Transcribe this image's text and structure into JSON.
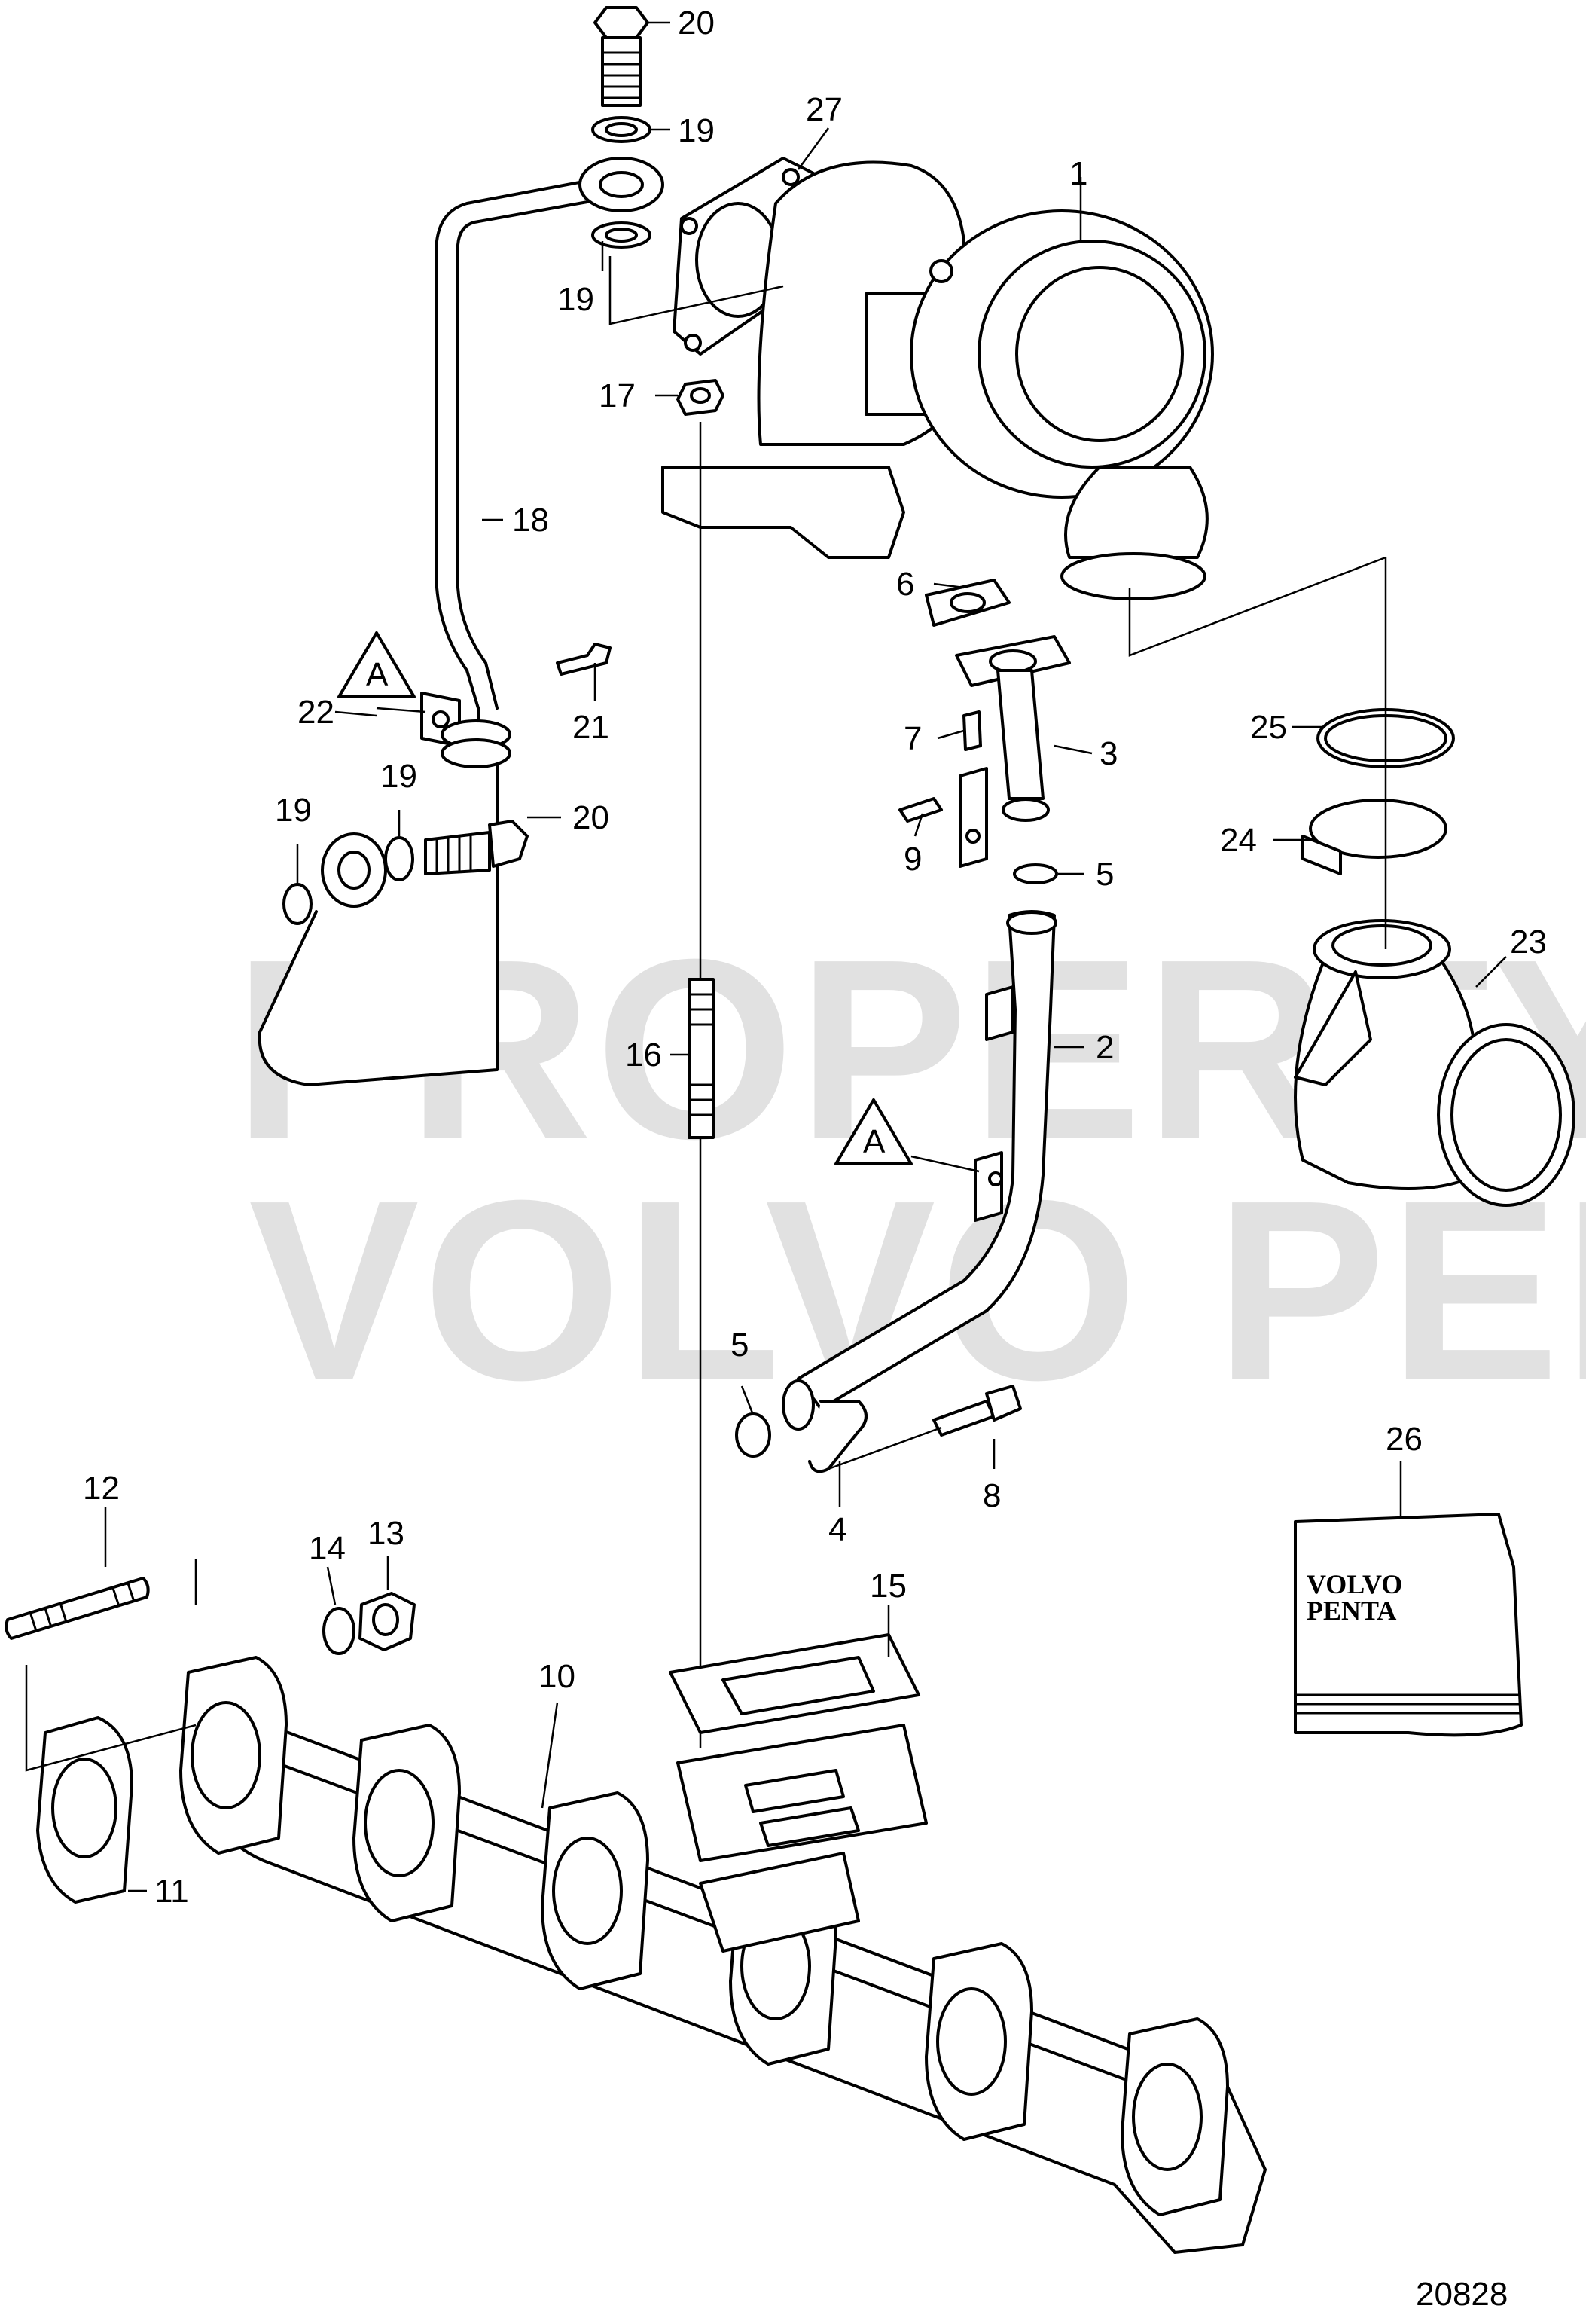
{
  "watermark": {
    "line1": "PROPERTY OF",
    "line2": "VOLVO PENTA"
  },
  "callouts": {
    "c1": "1",
    "c2": "2",
    "c3": "3",
    "c4": "4",
    "c5a": "5",
    "c5b": "5",
    "c6": "6",
    "c7": "7",
    "c8": "8",
    "c9": "9",
    "c10": "10",
    "c11": "11",
    "c12": "12",
    "c13": "13",
    "c14": "14",
    "c15": "15",
    "c16": "16",
    "c17": "17",
    "c18": "18",
    "c19a": "19",
    "c19b": "19",
    "c19c": "19",
    "c19d": "19",
    "c20a": "20",
    "c20b": "20",
    "c21": "21",
    "c22": "22",
    "c23": "23",
    "c24": "24",
    "c25": "25",
    "c26": "26",
    "c27": "27"
  },
  "reference_marks": {
    "a1": "A",
    "a2": "A"
  },
  "manual_cover": {
    "line1": "VOLVO",
    "line2": "PENTA"
  },
  "figure_number": "20828"
}
